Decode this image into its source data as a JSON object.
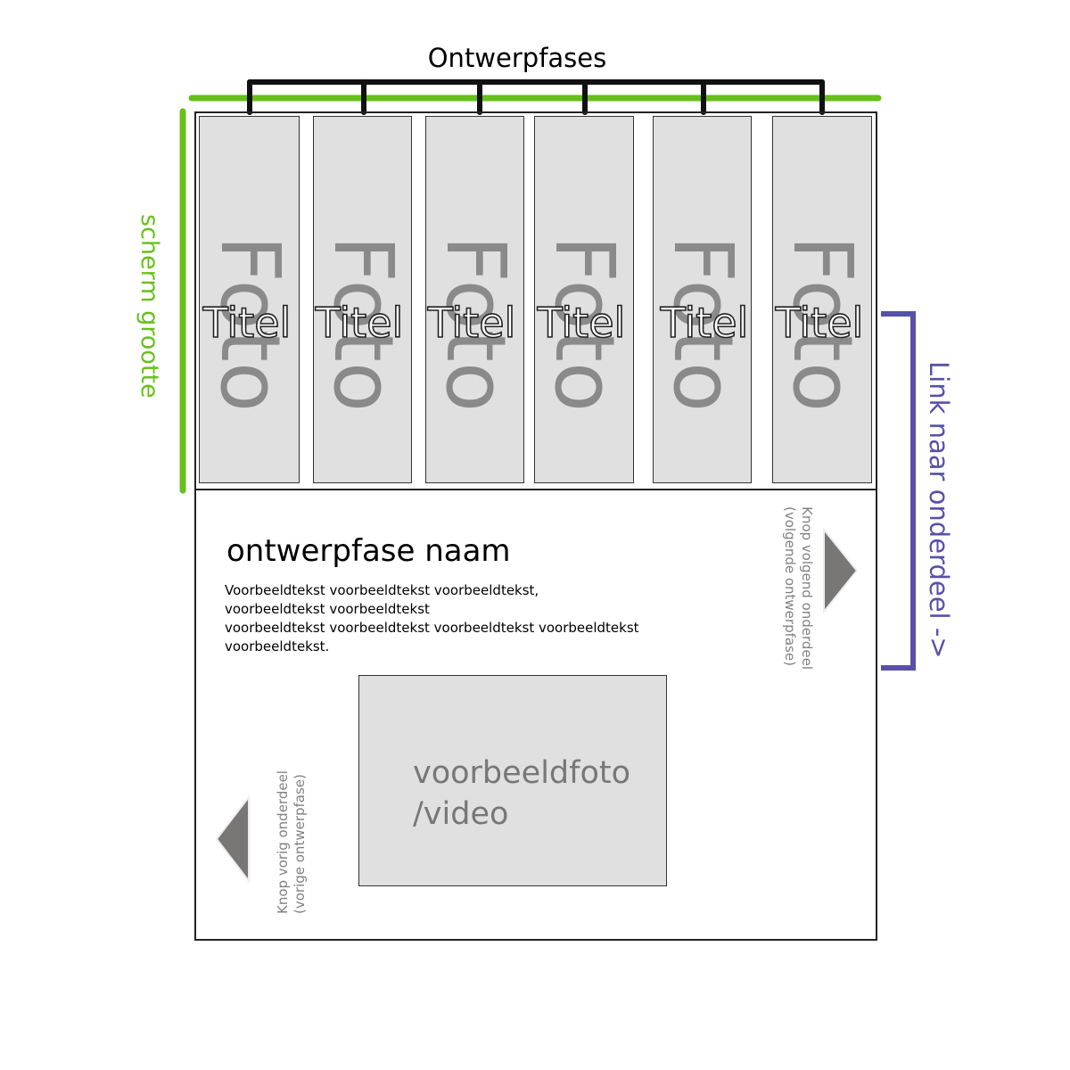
{
  "annotations": {
    "phases_label": "Ontwerpfases",
    "screen_size_label": "scherm grootte",
    "link_label": "Link naar onderdeel ->",
    "colors": {
      "screen_size": "#66c01a",
      "link": "#5751a8",
      "bracket": "#111111"
    }
  },
  "phases": [
    {
      "photo": "Foto",
      "title": "Titel"
    },
    {
      "photo": "Foto",
      "title": "Titel"
    },
    {
      "photo": "Foto",
      "title": "Titel"
    },
    {
      "photo": "Foto",
      "title": "Titel"
    },
    {
      "photo": "Foto",
      "title": "Titel"
    },
    {
      "photo": "Foto",
      "title": "Titel"
    }
  ],
  "detail": {
    "phase_name": "ontwerpfase naam",
    "body_lines": [
      "Voorbeeldtekst voorbeeldtekst voorbeeldtekst,",
      "voorbeeldtekst voorbeeldtekst",
      "voorbeeldtekst voorbeeldtekst voorbeeldtekst voorbeeldtekst",
      "voorbeeldtekst."
    ],
    "media_line1": "voorbeeldfoto",
    "media_line2": "/video"
  },
  "next_button": {
    "line1": "Knop volgend onderdeel",
    "line2": "(volgende ontwerpfase)"
  },
  "prev_button": {
    "line1": "Knop vorig onderdeel",
    "line2": "(vorige ontwerpfase)"
  }
}
